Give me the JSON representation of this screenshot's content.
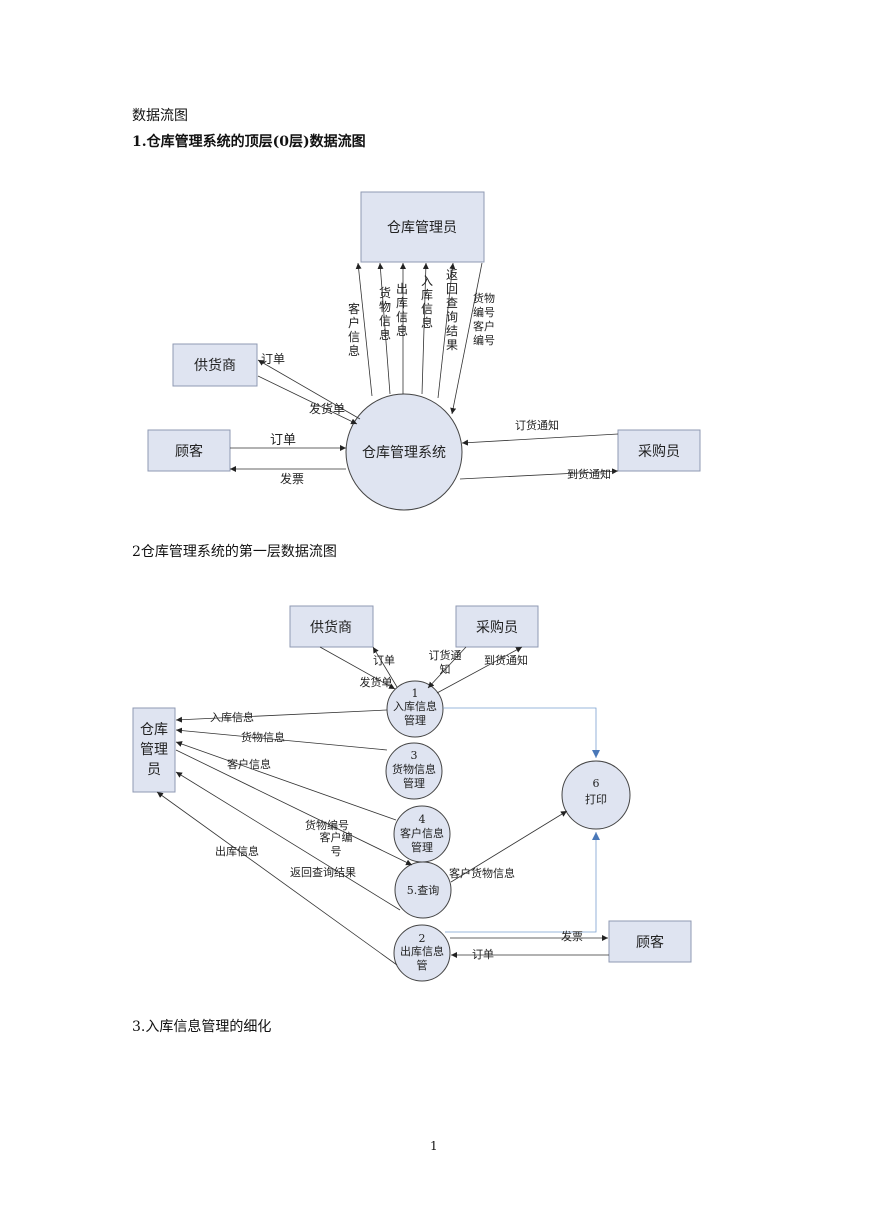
{
  "doc": {
    "heading": "数据流图",
    "section1": "1.仓库管理系统的顶层(0层)数据流图",
    "section2": "2仓库管理系统的第一层数据流图",
    "section3": "3.入库信息管理的细化",
    "page_number": "1"
  },
  "d1": {
    "admin": "仓库管理员",
    "supplier": "供货商",
    "customer": "顾客",
    "purchaser": "采购员",
    "system": "仓库管理系统",
    "v1": "客户信息",
    "v2": "货物信息",
    "v3": "出库信息",
    "v4": "入库信息",
    "v5": "返回查询结果",
    "v6a": "货物编号",
    "v6b": "客户编号",
    "order_supplier": "订单",
    "delivery_note": "发货单",
    "order_customer": "订单",
    "invoice": "发票",
    "order_notice": "订货通知",
    "arrival_notice": "到货通知"
  },
  "d2": {
    "supplier": "供货商",
    "purchaser": "采购员",
    "admin": "仓库管理员",
    "customer": "顾客",
    "p1_num": "1",
    "p1_name_a": "入库信息",
    "p1_name_b": "管理",
    "p3_num": "3",
    "p3_name_a": "货物信息",
    "p3_name_b": "管理",
    "p4_num": "4",
    "p4_name_a": "客户信息",
    "p4_name_b": "管理",
    "p5_name": "5.查询",
    "p2_num": "2",
    "p2_name_a": "出库信息",
    "p2_name_b": "管",
    "p6_num": "6",
    "p6_name": "打印",
    "order": "订单",
    "delivery_note": "发货单",
    "order_notice_a": "订货通",
    "order_notice_b": "知",
    "arrival_notice": "到货通知",
    "in_info": "入库信息",
    "goods_info": "货物信息",
    "cust_info": "客户信息",
    "goods_no": "货物编号",
    "cust_no_a": "客户编",
    "cust_no_b": "号",
    "out_info": "出库信息",
    "query_result": "返回查询结果",
    "cust_goods_info": "客户货物信息",
    "invoice": "发票",
    "order2": "订单"
  }
}
